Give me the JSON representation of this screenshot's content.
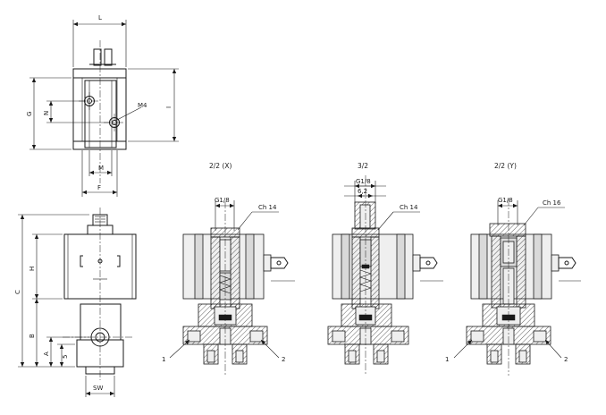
{
  "dims": {
    "L": "L",
    "G": "G",
    "N": "N",
    "M4": "M4",
    "I": "I",
    "M": "M",
    "F": "F",
    "C": "C",
    "H": "H",
    "B": "B",
    "A": "A",
    "five": "5",
    "SW": "SW"
  },
  "views": {
    "v22x": {
      "title": "2/2 (X)",
      "thread": "G1/8",
      "hex": "Ch 14",
      "port1": "1",
      "port2": "2"
    },
    "v32": {
      "title": "3/2",
      "thread": "G1/8",
      "bore": "6,2",
      "hex": "Ch 14"
    },
    "v22y": {
      "title": "2/2 (Y)",
      "thread": "G1/8",
      "hex": "Ch 16",
      "port1": "1",
      "port2": "2"
    }
  }
}
